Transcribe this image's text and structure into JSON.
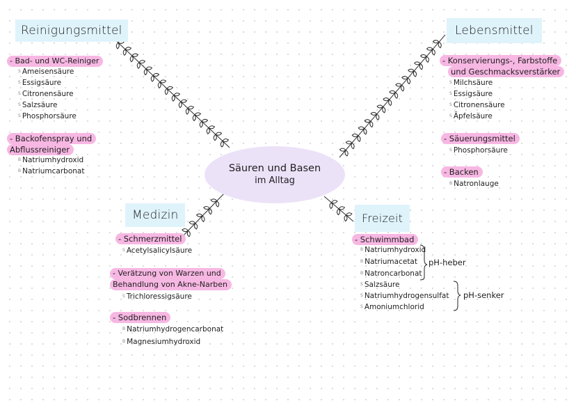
{
  "center": {
    "line1": "Säuren und Basen",
    "line2": "im Alltag"
  },
  "colors": {
    "category_box": "#dff3fb",
    "highlight": "#f7b7e3",
    "center_ellipse": "#ece2f8",
    "vine": "#2a2a2a"
  },
  "branches": {
    "reinigungsmittel": {
      "title": "Reinigungsmittel",
      "groups": [
        {
          "label": "- Bad- und WC-Reiniger",
          "items": [
            {
              "mark": "S",
              "text": "Ameisensäure"
            },
            {
              "mark": "S",
              "text": "Essigsäure"
            },
            {
              "mark": "S",
              "text": "Citronensäure"
            },
            {
              "mark": "S",
              "text": "Salzsäure"
            },
            {
              "mark": "S",
              "text": "Phosphorsäure"
            }
          ]
        },
        {
          "label_line1": "- Backofenspray und",
          "label_line2": "Abflussreiniger",
          "items": [
            {
              "mark": "B",
              "text": "Natriumhydroxid"
            },
            {
              "mark": "B",
              "text": "Natriumcarbonat"
            }
          ]
        }
      ]
    },
    "lebensmittel": {
      "title": "Lebensmittel",
      "groups": [
        {
          "label_line1": "- Konservierungs-, Farbstoffe",
          "label_line2": "und Geschmacksverstärker",
          "items": [
            {
              "mark": "S",
              "text": "Milchsäure"
            },
            {
              "mark": "S",
              "text": "Essigsäure"
            },
            {
              "mark": "S",
              "text": "Citronensäure"
            },
            {
              "mark": "S",
              "text": "Äpfelsäure"
            }
          ]
        },
        {
          "label": "- Säuerungsmittel",
          "items": [
            {
              "mark": "S",
              "text": "Phosphorsäure"
            }
          ]
        },
        {
          "label": "- Backen",
          "items": [
            {
              "mark": "B",
              "text": "Natronlauge"
            }
          ]
        }
      ]
    },
    "medizin": {
      "title": "Medizin",
      "groups": [
        {
          "label": "- Schmerzmittel",
          "items": [
            {
              "mark": "S",
              "text": "Acetylsalicylsäure"
            }
          ]
        },
        {
          "label_line1": "- Verätzung von Warzen und",
          "label_line2": "Behandlung von Akne-Narben",
          "items": [
            {
              "mark": "S",
              "text": "Trichloressigsäure"
            }
          ]
        },
        {
          "label": "- Sodbrennen",
          "items": [
            {
              "mark": "B",
              "text": "Natriumhydrogencarbonat"
            },
            {
              "mark": "B",
              "text": "Magnesiumhydroxid"
            }
          ]
        }
      ]
    },
    "freizeit": {
      "title": "Freizeit",
      "groups": [
        {
          "label": "- Schwimmbad",
          "items": [
            {
              "mark": "B",
              "text": "Natriumhydroxid"
            },
            {
              "mark": "B",
              "text": "Natriumacetat"
            },
            {
              "mark": "B",
              "text": "Natroncarbonat"
            },
            {
              "mark": "S",
              "text": "Salzsäure"
            },
            {
              "mark": "S",
              "text": "Natriumhydrogensulfat"
            },
            {
              "mark": "S",
              "text": "Amoniumchlorid"
            }
          ],
          "brace_heber": "pH-heber",
          "brace_senker": "pH-senker"
        }
      ]
    }
  }
}
